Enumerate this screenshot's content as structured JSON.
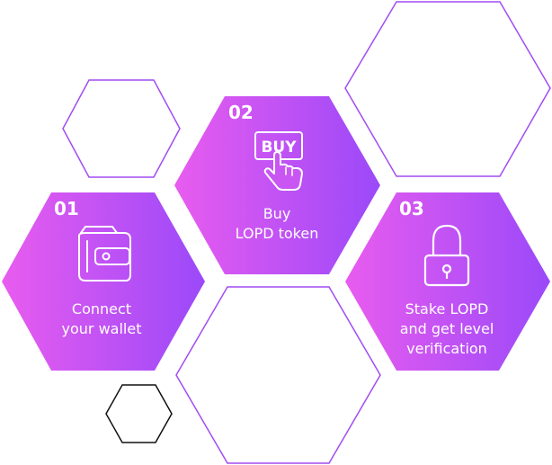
{
  "steps": [
    {
      "number": "01",
      "label_lines": [
        "Connect",
        "your wallet"
      ],
      "icon": "wallet-icon"
    },
    {
      "number": "02",
      "label_lines": [
        "Buy",
        "LOPD token"
      ],
      "icon": "buy-button-hand-icon",
      "icon_text": "BUY"
    },
    {
      "number": "03",
      "label_lines": [
        "Stake LOPD",
        "and get level",
        "verification"
      ],
      "icon": "lock-icon"
    }
  ],
  "colors": {
    "gradient_start": "#e85cef",
    "gradient_end": "#9b49f9",
    "outline_purple": "#a24cf2",
    "outline_dark": "#111111",
    "text": "#ffffff"
  }
}
